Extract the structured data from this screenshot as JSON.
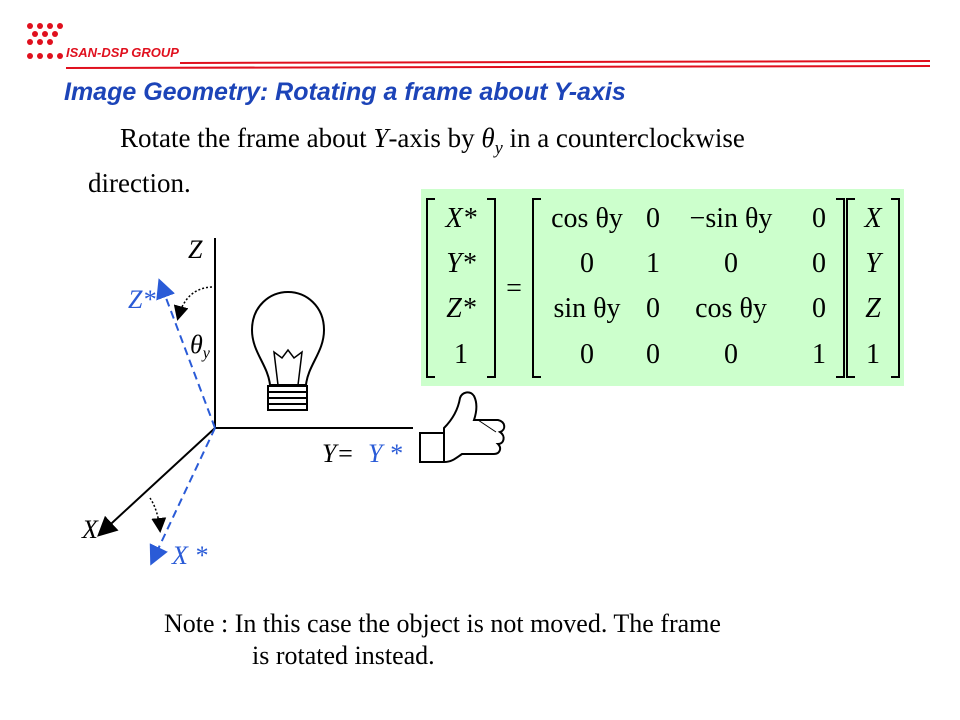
{
  "header": {
    "group_name": "ISAN-DSP GROUP",
    "title": "Image Geometry: Rotating a frame about Y-axis"
  },
  "intro": {
    "before_axis": "Rotate the frame about ",
    "axis": "Y",
    "after_axis": "-axis by ",
    "angle_symbol": "θ",
    "angle_subscript": "y",
    "rest": " in a counterclockwise",
    "line2": "direction."
  },
  "diagram": {
    "axis_z": "Z",
    "axis_z_star": "Z*",
    "angle_label": "θ",
    "angle_sub": "y",
    "axis_y_prefix": "Y=",
    "axis_y_star": "Y *",
    "axis_x": "X",
    "axis_x_star": "X *"
  },
  "matrix": {
    "lhs": [
      "X*",
      "Y*",
      "Z*",
      "1"
    ],
    "equals": "=",
    "rows": [
      [
        "cos θy",
        "0",
        "−sin θy",
        "0"
      ],
      [
        "0",
        "1",
        "0",
        "0"
      ],
      [
        "sin θy",
        "0",
        "cos θy",
        "0"
      ],
      [
        "0",
        "0",
        "0",
        "1"
      ]
    ],
    "rhs": [
      "X",
      "Y",
      "Z",
      "1"
    ]
  },
  "note": {
    "line1": "Note : In this case the object is not moved. The frame",
    "line2": "is rotated instead."
  },
  "colors": {
    "title": "#1c44b8",
    "brand_red": "#e0101e",
    "star_axes": "#2a5bd7",
    "matrix_bg": "#ccffcc"
  },
  "icons": [
    "logo-dots-icon",
    "light-bulb-icon",
    "thumbs-up-icon"
  ]
}
